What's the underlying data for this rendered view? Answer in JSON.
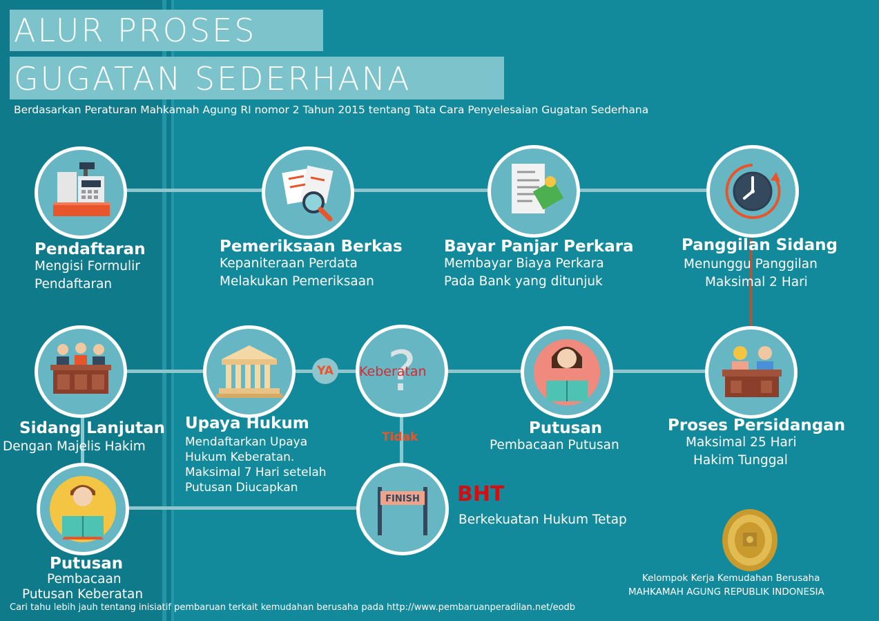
{
  "title": {
    "line1": "ALUR PROSES",
    "line2": "GUGATAN SEDERHANA"
  },
  "subtitle": "Berdasarkan Peraturan Mahkamah Agung RI nomor 2 Tahun 2015 tentang Tata Cara Penyelesaian Gugatan Sederhana",
  "steps": {
    "pendaftaran": {
      "title": "Pendaftaran",
      "desc1": "Mengisi Formulir",
      "desc2": "Pendaftaran",
      "icon": "cash-register-icon"
    },
    "pemeriksaan": {
      "title": "Pemeriksaan Berkas",
      "desc1": "Kepaniteraan Perdata",
      "desc2": "Melakukan Pemeriksaan",
      "icon": "document-magnifier-icon"
    },
    "bayar": {
      "title": "Bayar Panjar Perkara",
      "desc1": "Membayar Biaya Perkara",
      "desc2": "Pada Bank yang ditunjuk",
      "icon": "invoice-money-icon"
    },
    "panggilan": {
      "title": "Panggilan Sidang",
      "desc1": "Menunggu Panggilan",
      "desc2": "Maksimal 2 Hari",
      "icon": "clock-icon"
    },
    "persidangan": {
      "title": "Proses Persidangan",
      "desc1": "Maksimal 25 Hari",
      "desc2": "Hakim Tunggal",
      "icon": "two-judges-icon"
    },
    "putusan": {
      "title": "Putusan",
      "desc1": "Pembacaan Putusan",
      "icon": "woman-reading-icon"
    },
    "keberatan": {
      "label": "Keberatan",
      "icon": "question-mark-icon"
    },
    "upaya": {
      "title": "Upaya Hukum",
      "desc1": "Mendaftarkan Upaya",
      "desc2": "Hukum Keberatan.",
      "desc3": "Maksimal 7 Hari setelah",
      "desc4": "Putusan Diucapkan",
      "icon": "courthouse-icon"
    },
    "sidang_lanjutan": {
      "title": "Sidang Lanjutan",
      "desc1": "Dengan Majelis Hakim",
      "icon": "three-judges-icon"
    },
    "putusan_keberatan": {
      "title": "Putusan",
      "desc1": "Pembacaan",
      "desc2": "Putusan Keberatan",
      "icon": "man-reading-icon"
    },
    "finish": {
      "sign": "FINISH",
      "bht": "BHT",
      "desc": "Berkekuatan Hukum Tetap",
      "icon": "finish-banner-icon"
    }
  },
  "branches": {
    "yes": "YA",
    "no": "Tidak"
  },
  "organization": {
    "line1": "Kelompok Kerja Kemudahan Berusaha",
    "line2": "MAHKAMAH AGUNG REPUBLIK INDONESIA",
    "emblem": "supreme-court-seal-icon"
  },
  "footer": "Cari tahu lebih jauh tentang inisiatif pembaruan terkait kemudahan berusaha  pada http://www.pembaruanperadilan.net/eodb",
  "colors": {
    "background": "#138a9b",
    "circle": "#66b7c3",
    "connector": "#8fc6cd",
    "branch_label": "#e8552b",
    "bht": "#d30d10",
    "title_box": "#7cc3cb"
  }
}
